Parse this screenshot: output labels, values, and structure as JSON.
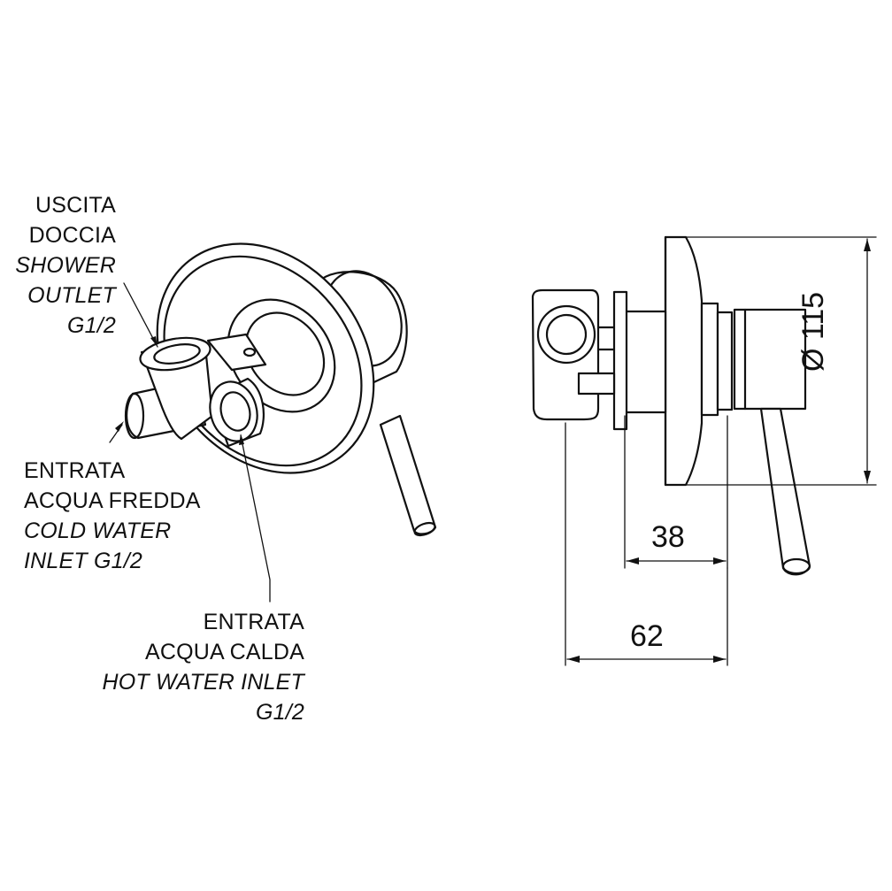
{
  "labels": {
    "shower_outlet": {
      "it_line1": "USCITA",
      "it_line2": "DOCCIA",
      "en_line1": "SHOWER",
      "en_line2": "OUTLET",
      "size": "G1/2"
    },
    "cold_inlet": {
      "it_line1": "ENTRATA",
      "it_line2": "ACQUA FREDDA",
      "en_line1": "COLD WATER",
      "en_line2": "INLET G1/2"
    },
    "hot_inlet": {
      "it_line1": "ENTRATA",
      "it_line2": "ACQUA CALDA",
      "en_line1": "HOT WATER INLET",
      "size": "G1/2"
    }
  },
  "dimensions": {
    "depth_body": "38",
    "depth_total": "62",
    "plate_diameter": "Ø 115"
  }
}
